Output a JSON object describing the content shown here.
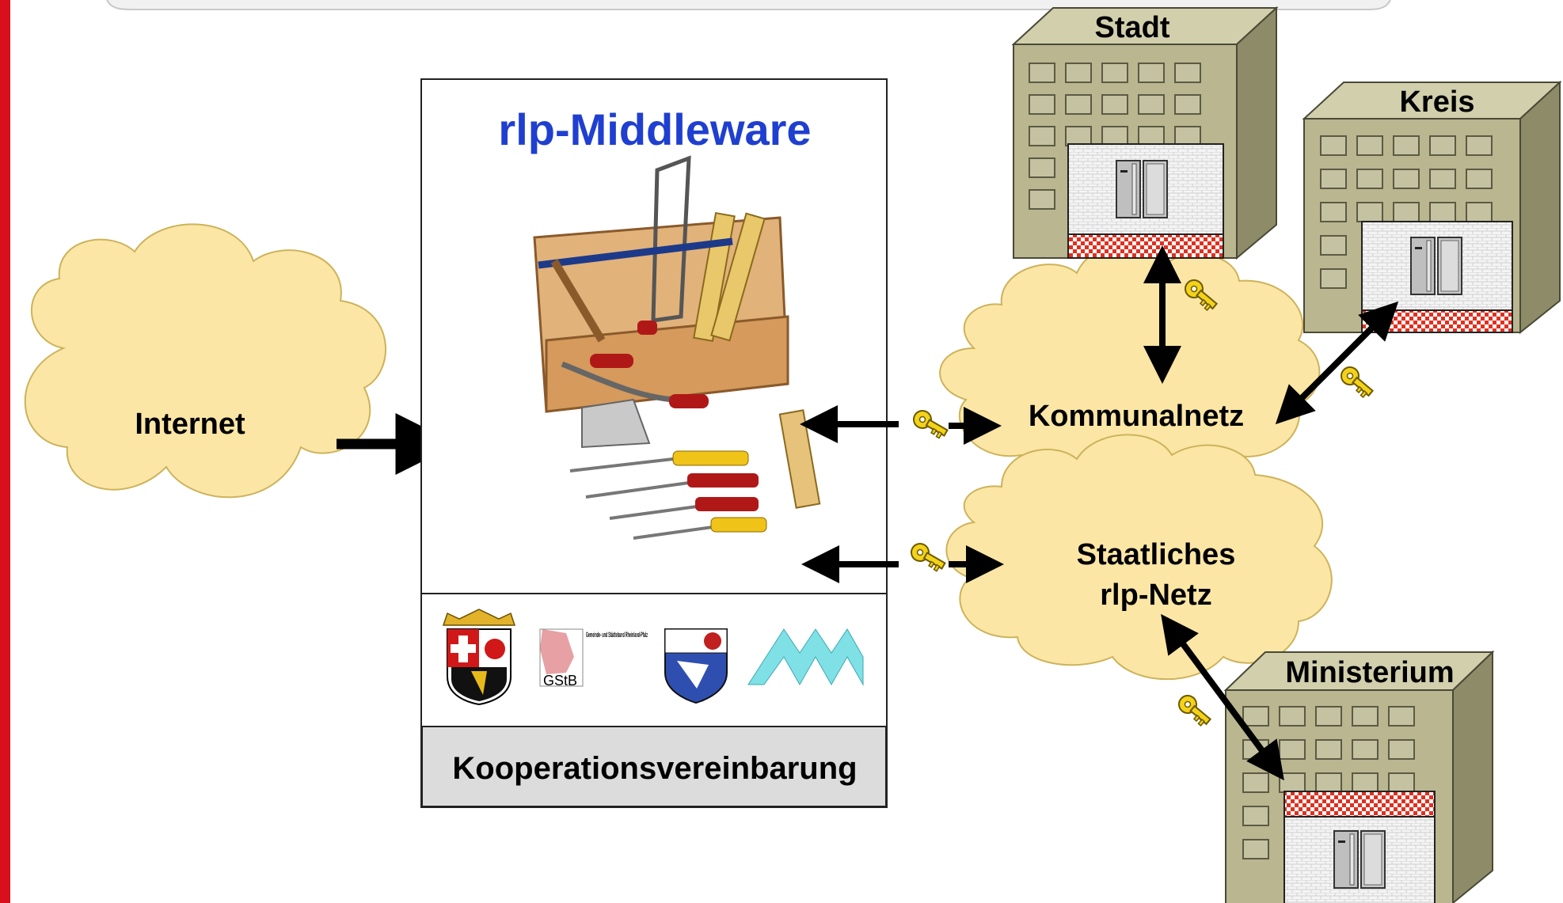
{
  "colors": {
    "cloud_fill": "#fbe6a6",
    "cloud_stroke": "#cdb35a",
    "building_front": "#b9b690",
    "building_side": "#8e8c68",
    "building_top": "#d2cfad",
    "middleware_title": "#1f3fd0",
    "accent_red": "#d8101e",
    "footer_bg": "#dcdcdc"
  },
  "middleware": {
    "title": "rlp-Middleware",
    "footer": "Kooperationsvereinbarung",
    "gstb_logo_text": "GStB",
    "gstb_org_text": "Gemeinde- und Städtebund Rheinland-Pfalz"
  },
  "clouds": {
    "internet": "Internet",
    "kommunalnetz": "Kommunalnetz",
    "staatliches_line1": "Staatliches",
    "staatliches_line2": "rlp-Netz"
  },
  "buildings": {
    "stadt": "Stadt",
    "kreis": "Kreis",
    "ministerium": "Ministerium"
  },
  "icons": [
    "key-icon",
    "server-icon",
    "toolbox-illustration",
    "coat-of-arms-icon",
    "arrow-icon"
  ]
}
